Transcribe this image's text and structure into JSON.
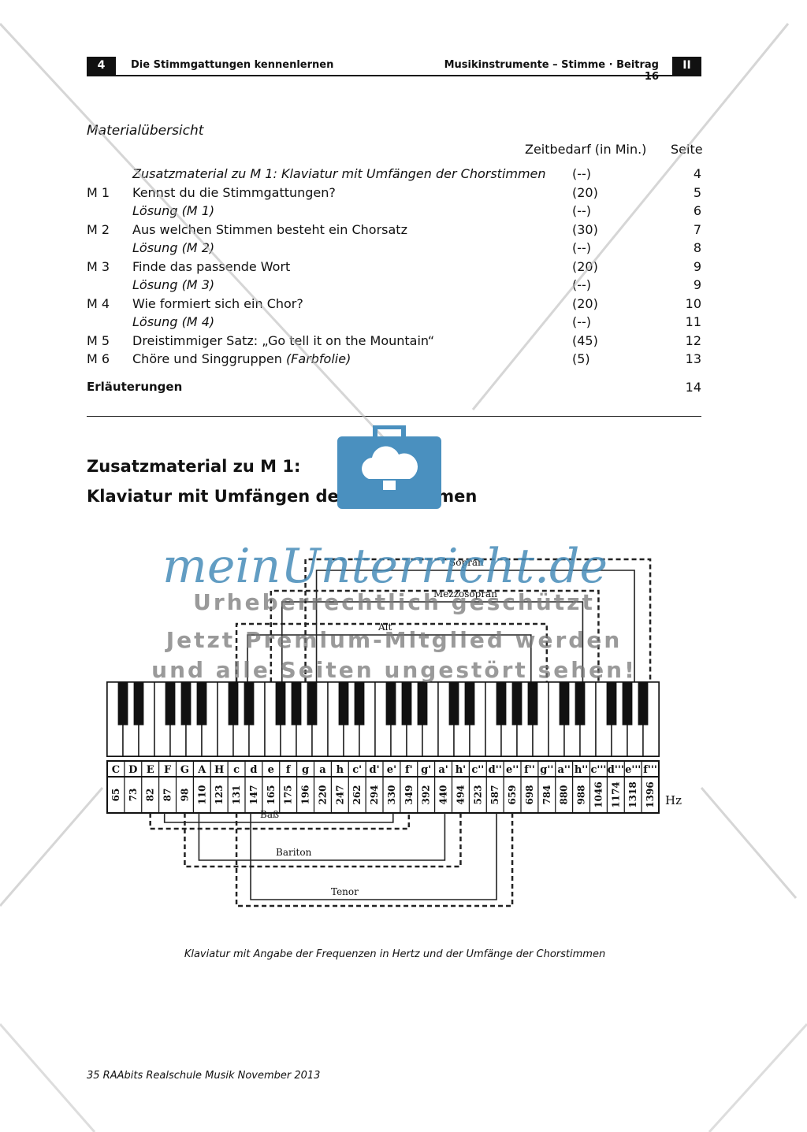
{
  "header": {
    "page_number": "4",
    "left_title": "Die Stimmgattungen kennenlernen",
    "right_title": "Musikinstrumente – Stimme · Beitrag 16",
    "badge": "II"
  },
  "toc": {
    "title": "Materialübersicht",
    "col_time": "Zeitbedarf (in Min.)",
    "col_page": "Seite",
    "rows": [
      {
        "code": "",
        "title": "Zusatzmaterial zu M 1: Klaviatur mit Umfängen der Chorstimmen",
        "suffix": "",
        "time": "(--)",
        "page": "4",
        "italic": true
      },
      {
        "code": "M 1",
        "title": "Kennst du die Stimmgattungen?",
        "suffix": "",
        "time": "(20)",
        "page": "5",
        "italic": false
      },
      {
        "code": "",
        "title": "Lösung (M 1)",
        "suffix": "",
        "time": "(--)",
        "page": "6",
        "italic": true
      },
      {
        "code": "M 2",
        "title": "Aus welchen Stimmen besteht ein Chorsatz",
        "suffix": "",
        "time": "(30)",
        "page": "7",
        "italic": false
      },
      {
        "code": "",
        "title": "Lösung (M 2)",
        "suffix": "",
        "time": "(--)",
        "page": "8",
        "italic": true
      },
      {
        "code": "M 3",
        "title": "Finde das passende Wort",
        "suffix": "",
        "time": "(20)",
        "page": "9",
        "italic": false
      },
      {
        "code": "",
        "title": "Lösung (M 3)",
        "suffix": "",
        "time": "(--)",
        "page": "9",
        "italic": true
      },
      {
        "code": "M 4",
        "title": "Wie formiert sich ein Chor?",
        "suffix": "",
        "time": "(20)",
        "page": "10",
        "italic": false
      },
      {
        "code": "",
        "title": "Lösung (M 4)",
        "suffix": "",
        "time": "(--)",
        "page": "11",
        "italic": true
      },
      {
        "code": "M 5",
        "title": "Dreistimmiger Satz: „Go tell it on the Mountain“",
        "suffix": "",
        "time": "(45)",
        "page": "12",
        "italic": false
      },
      {
        "code": "M 6",
        "title": "Chöre und Singgruppen ",
        "suffix": "(Farbfolie)",
        "time": "(5)",
        "page": "13",
        "italic": false
      }
    ],
    "explain_label": "Erläuterungen",
    "explain_page": "14"
  },
  "section": {
    "line1": "Zusatzmaterial zu M 1:",
    "line2": "Klaviatur mit Umfängen der Chorstimmen"
  },
  "diagram": {
    "notes": [
      "C",
      "D",
      "E",
      "F",
      "G",
      "A",
      "H",
      "c",
      "d",
      "e",
      "f",
      "g",
      "a",
      "h",
      "c'",
      "d'",
      "e'",
      "f'",
      "g'",
      "a'",
      "h'",
      "c''",
      "d''",
      "e''",
      "f''",
      "g''",
      "a''",
      "h''",
      "c'''",
      "d'''",
      "e'''",
      "f'''"
    ],
    "freqs": [
      "65",
      "73",
      "82",
      "87",
      "98",
      "110",
      "123",
      "131",
      "147",
      "165",
      "175",
      "196",
      "220",
      "247",
      "262",
      "294",
      "330",
      "349",
      "392",
      "440",
      "494",
      "523",
      "587",
      "659",
      "698",
      "784",
      "880",
      "988",
      "1046",
      "1174",
      "1318",
      "1396"
    ],
    "unit": "Hz",
    "upper_voices": [
      "Sopran",
      "Mezzosopran",
      "Alt"
    ],
    "lower_voices": [
      "Baß",
      "Bariton",
      "Tenor"
    ]
  },
  "caption": "Klaviatur mit Angabe der Frequenzen in Hertz und der Umfänge der Chorstimmen",
  "footer": "35 RAAbits Realschule Musik November 2013",
  "watermark": {
    "brand": "meinUnterricht.de",
    "line1": "Urheberrechtlich geschützt",
    "line2": "Jetzt Premium-Mitglied werden",
    "line3": "und alle Seiten ungestört sehen!",
    "brand_color": "#4a90bf"
  }
}
